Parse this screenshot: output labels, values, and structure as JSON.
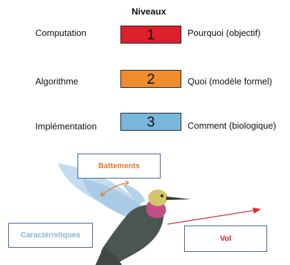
{
  "title": "Niveaux",
  "levels": [
    {
      "label": "Computation",
      "number": "1",
      "description": "Pourquoi (objectif)",
      "color": "#de1f2c"
    },
    {
      "label": "Algorithme",
      "number": "2",
      "description": "Quoi (modèle formel)",
      "color": "#ef8c2e"
    },
    {
      "label": "Implémentation",
      "number": "3",
      "description": "Comment (biologique)",
      "color": "#79b6db"
    }
  ],
  "tags": {
    "battements": "Battements",
    "caracteristiques": "Caractéristiques",
    "vol": "Vol"
  },
  "colors": {
    "battements_text": "#e07a2a",
    "caracteristiques_text": "#8ab3d8",
    "vol_text": "#d81e1e",
    "arrow": "#d9312f",
    "wing": "#a9cbe6",
    "body": "#4b5551",
    "throat": "#c24f86",
    "head": "#d4c46a"
  }
}
